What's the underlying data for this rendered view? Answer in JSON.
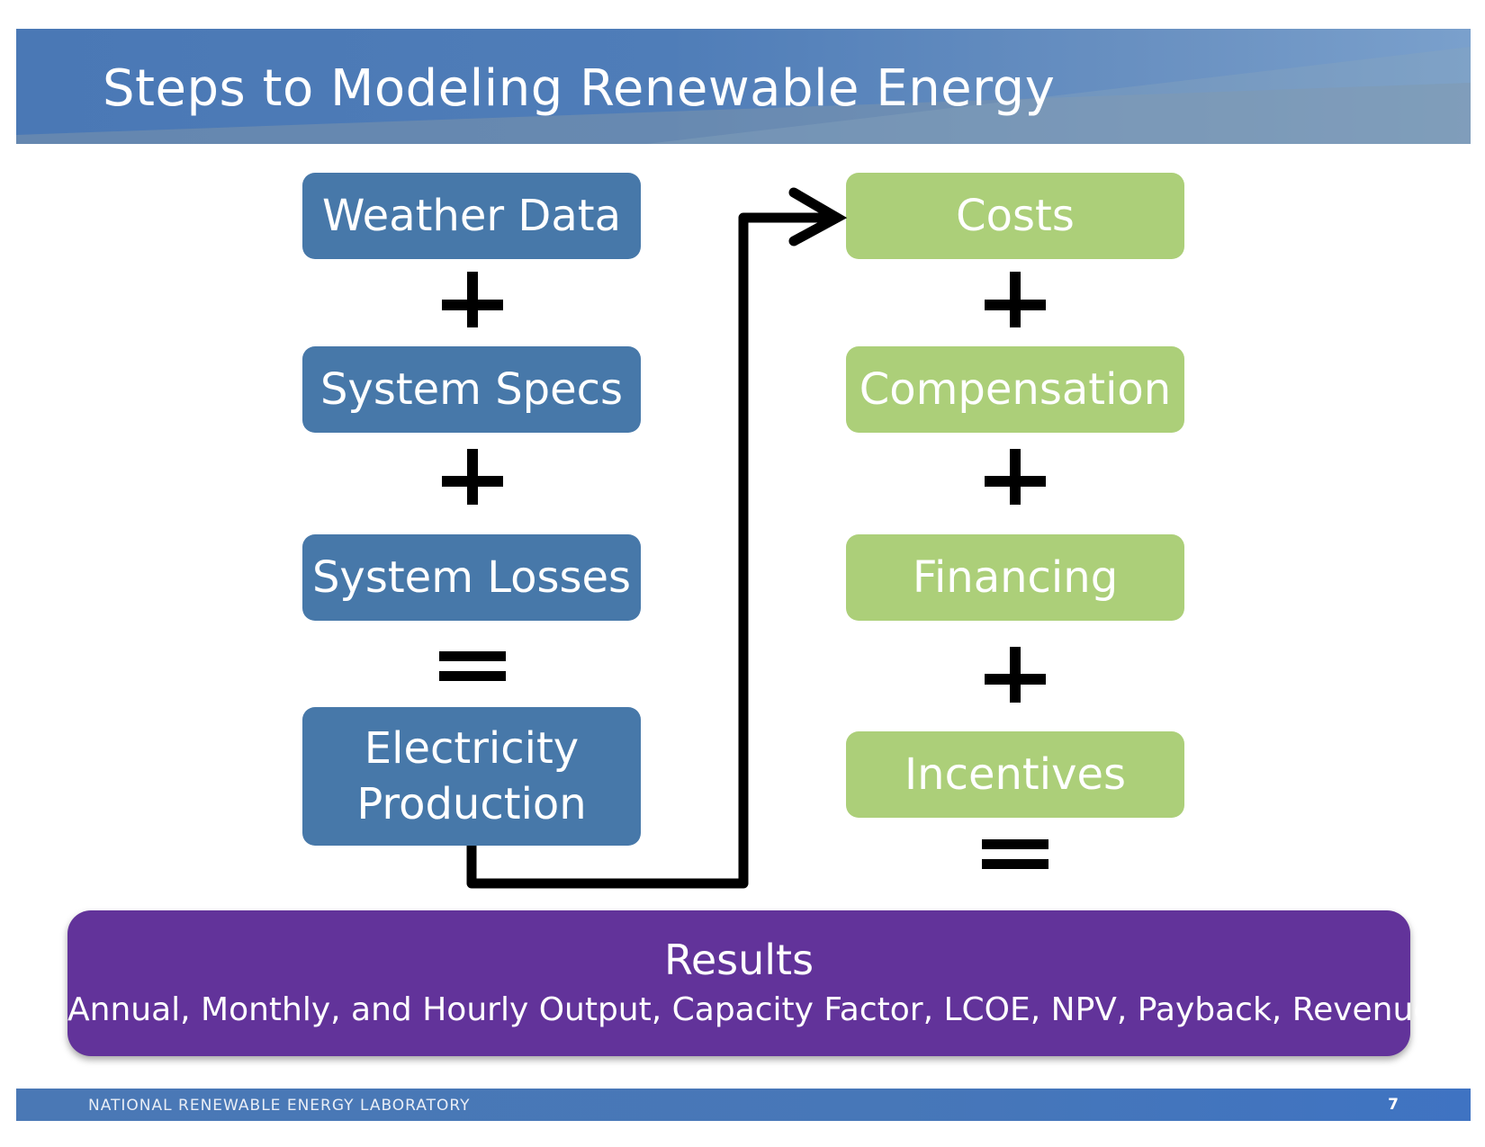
{
  "header": {
    "title": "Steps to Modeling Renewable Energy"
  },
  "left_column": {
    "boxes": [
      "Weather Data",
      "System Specs",
      "System Losses"
    ],
    "electricity_line1": "Electricity",
    "electricity_line2": "Production",
    "operators": [
      "+",
      "+",
      "="
    ]
  },
  "right_column": {
    "boxes": [
      "Costs",
      "Compensation",
      "Financing",
      "Incentives"
    ],
    "operators": [
      "+",
      "+",
      "+",
      "="
    ]
  },
  "results": {
    "title": "Results",
    "subtitle": "Annual, Monthly, and Hourly Output, Capacity Factor, LCOE, NPV, Payback, Revenue"
  },
  "footer": {
    "org": "NATIONAL RENEWABLE ENERGY LABORATORY",
    "page": "7"
  },
  "colors": {
    "header_blue": "#4a78b5",
    "blue_box": "#4778a9",
    "green_box": "#accf79",
    "results_purple": "#62339a"
  }
}
